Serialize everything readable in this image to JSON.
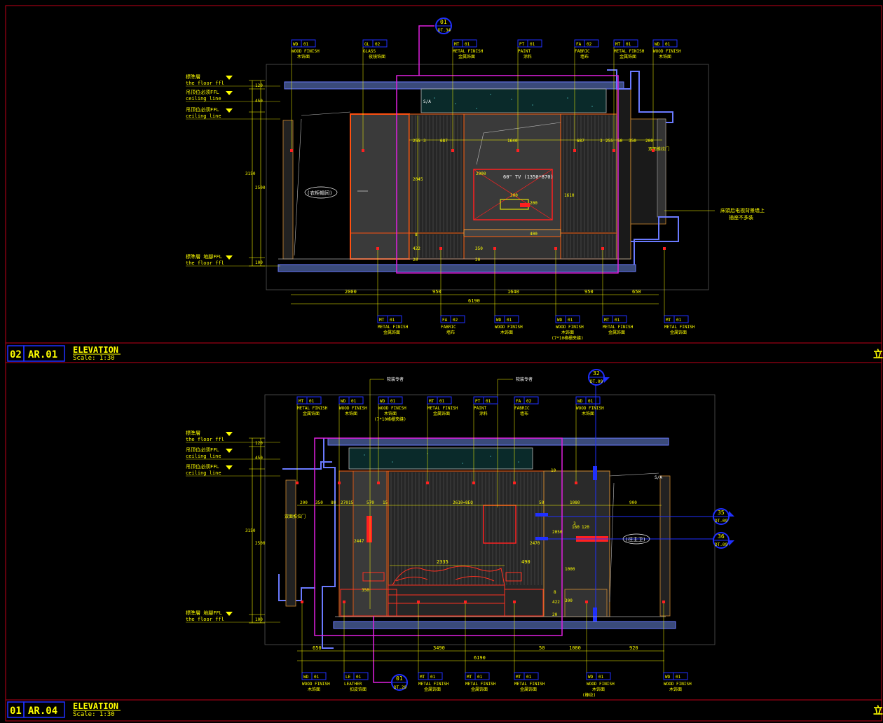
{
  "colors": {
    "background": "#000000",
    "frame": "#c00018",
    "annotation": "#ffff00",
    "magenta": "#e020e0",
    "blue": "#2030ff",
    "red": "#ff2020",
    "orange": "#ff6010",
    "grey": "#3a3a3a",
    "white": "#ffffff"
  },
  "title_side_glyph": "立",
  "elev02": {
    "title_block": {
      "number": "02",
      "sheet": "AR.01",
      "title": "ELEVATION",
      "scale": "Scale: 1:30"
    },
    "marker": {
      "number": "01",
      "sheet": "DT.34"
    },
    "tags_top": [
      {
        "code": "WD",
        "num": "01",
        "line1": "WOOD FINISH",
        "line2": "木饰面"
      },
      {
        "code": "GL",
        "num": "02",
        "line1": "GLASS",
        "line2": "夜镜饰面"
      },
      {
        "code": "MT",
        "num": "01",
        "line1": "METAL FINISH",
        "line2": "金属饰面"
      },
      {
        "code": "PT",
        "num": "01",
        "line1": "PAINT",
        "line2": "涂料"
      },
      {
        "code": "FA",
        "num": "02",
        "line1": "FABRIC",
        "line2": "墙布"
      },
      {
        "code": "MT",
        "num": "01",
        "line1": "METAL FINISH",
        "line2": "金属饰面"
      },
      {
        "code": "WD",
        "num": "01",
        "line1": "WOOD FINISH",
        "line2": "木饰面"
      }
    ],
    "tags_bottom": [
      {
        "code": "MT",
        "num": "01",
        "line1": "METAL FINISH",
        "line2": "金属饰面"
      },
      {
        "code": "FA",
        "num": "02",
        "line1": "FABRIC",
        "line2": "墙布"
      },
      {
        "code": "WD",
        "num": "01",
        "line1": "WOOD FINISH",
        "line2": "木饰面"
      },
      {
        "code": "WD",
        "num": "01",
        "line1": "WOOD FINISH",
        "line2": "木饰面",
        "line3": "(7*10格栅夹缝)"
      },
      {
        "code": "MT",
        "num": "01",
        "line1": "METAL FINISH",
        "line2": "金属饰面"
      },
      {
        "code": "MT",
        "num": "01",
        "line1": "METAL FINISH",
        "line2": "金属饰面"
      }
    ],
    "levels": [
      {
        "cn": "標準層",
        "en": "the floor ffl"
      },
      {
        "cn": "吊顶位必须FFL",
        "en": "ceiling line"
      },
      {
        "cn": "吊顶位必须FFL",
        "en": "ceiling line"
      },
      {
        "cn": "標準層 地腳FFL",
        "en": "the floor ffl"
      }
    ],
    "dims_vertical": [
      "120",
      "450",
      "3150",
      "2500",
      "100"
    ],
    "dims_top_row": [
      "255",
      "3",
      "687",
      "1640",
      "687",
      "3",
      "255",
      "50",
      "350",
      "200"
    ],
    "dims_inner": [
      "2045",
      "2000",
      "422",
      "8",
      "20",
      "350",
      "20",
      "400",
      "200",
      "300",
      "1610"
    ],
    "dims_bottom_row": [
      "2000",
      "950",
      "1640",
      "950",
      "650"
    ],
    "dims_total": "6190",
    "tv_label": "60\" TV (1350*870)",
    "closet_label": "(衣柜帽间)",
    "right_note_1": "床頭后电视背景墙上",
    "right_note_2": "插座不多装",
    "small_note": "S/A",
    "side_note": "双面推拉门"
  },
  "elev01": {
    "title_block": {
      "number": "01",
      "sheet": "AR.04",
      "title": "ELEVATION",
      "scale": "Scale: 1:30"
    },
    "marker_top": {
      "number": "32",
      "sheet": "DT.09"
    },
    "marker_bottom": {
      "number": "01",
      "sheet": "DT.29"
    },
    "marker_right_1": {
      "number": "35",
      "sheet": "DT.09"
    },
    "marker_right_2": {
      "number": "36",
      "sheet": "DT.09"
    },
    "notes_top": [
      "软装专者",
      "软装专者"
    ],
    "tags_top": [
      {
        "code": "MT",
        "num": "01",
        "line1": "METAL FINISH",
        "line2": "金属饰面"
      },
      {
        "code": "WD",
        "num": "01",
        "line1": "WOOD FINISH",
        "line2": "木饰面"
      },
      {
        "code": "WD",
        "num": "01",
        "line1": "WOOD FINISH",
        "line2": "木饰面",
        "line3": "(7*10格栅夹缝)"
      },
      {
        "code": "MT",
        "num": "01",
        "line1": "METAL FINISH",
        "line2": "金属饰面"
      },
      {
        "code": "PT",
        "num": "01",
        "line1": "PAINT",
        "line2": "涂料"
      },
      {
        "code": "FA",
        "num": "02",
        "line1": "FABRIC",
        "line2": "墙布"
      },
      {
        "code": "WD",
        "num": "01",
        "line1": "WOOD FINISH",
        "line2": "木饰面"
      }
    ],
    "tags_bottom": [
      {
        "code": "WD",
        "num": "01",
        "line1": "WOOD FINISH",
        "line2": "木饰面"
      },
      {
        "code": "LE",
        "num": "01",
        "line1": "LEATHER",
        "line2": "扣皮饰面"
      },
      {
        "code": "MT",
        "num": "01",
        "line1": "METAL FINISH",
        "line2": "金属饰面"
      },
      {
        "code": "MT",
        "num": "01",
        "line1": "METAL FINISH",
        "line2": "金属饰面"
      },
      {
        "code": "MT",
        "num": "01",
        "line1": "METAL FINISH",
        "line2": "金属饰面"
      },
      {
        "code": "WD",
        "num": "01",
        "line1": "WOOD FINISH",
        "line2": "木饰面",
        "line3": "(橡纹)"
      },
      {
        "code": "WD",
        "num": "01",
        "line1": "WOOD FINISH",
        "line2": "木饰面"
      }
    ],
    "levels": [
      {
        "cn": "標準層",
        "en": "the floor ffl"
      },
      {
        "cn": "吊顶位必须FFL",
        "en": "ceiling line"
      },
      {
        "cn": "吊顶位必须FFL",
        "en": "ceiling line"
      },
      {
        "cn": "標準層 地腳FFL",
        "en": "the floor ffl"
      }
    ],
    "dims_vertical": [
      "120",
      "450",
      "3150",
      "2500",
      "100"
    ],
    "dims_top_row": [
      "200",
      "350",
      "80",
      "270",
      "15",
      "570",
      "15",
      "2610=8EQ",
      "50",
      "1080",
      "900"
    ],
    "dims_inner": [
      "2447",
      "2470",
      "2050",
      "1000",
      "350",
      "300",
      "422",
      "8",
      "20",
      "10",
      "3",
      "160",
      "120",
      "2335",
      "490"
    ],
    "dims_bottom_row": [
      "650",
      "3490",
      "50",
      "1080",
      "920"
    ],
    "dims_total": "6190",
    "side_note": "双面推拉门",
    "wc_label": "(往主卫)",
    "small_note": "S/A"
  }
}
